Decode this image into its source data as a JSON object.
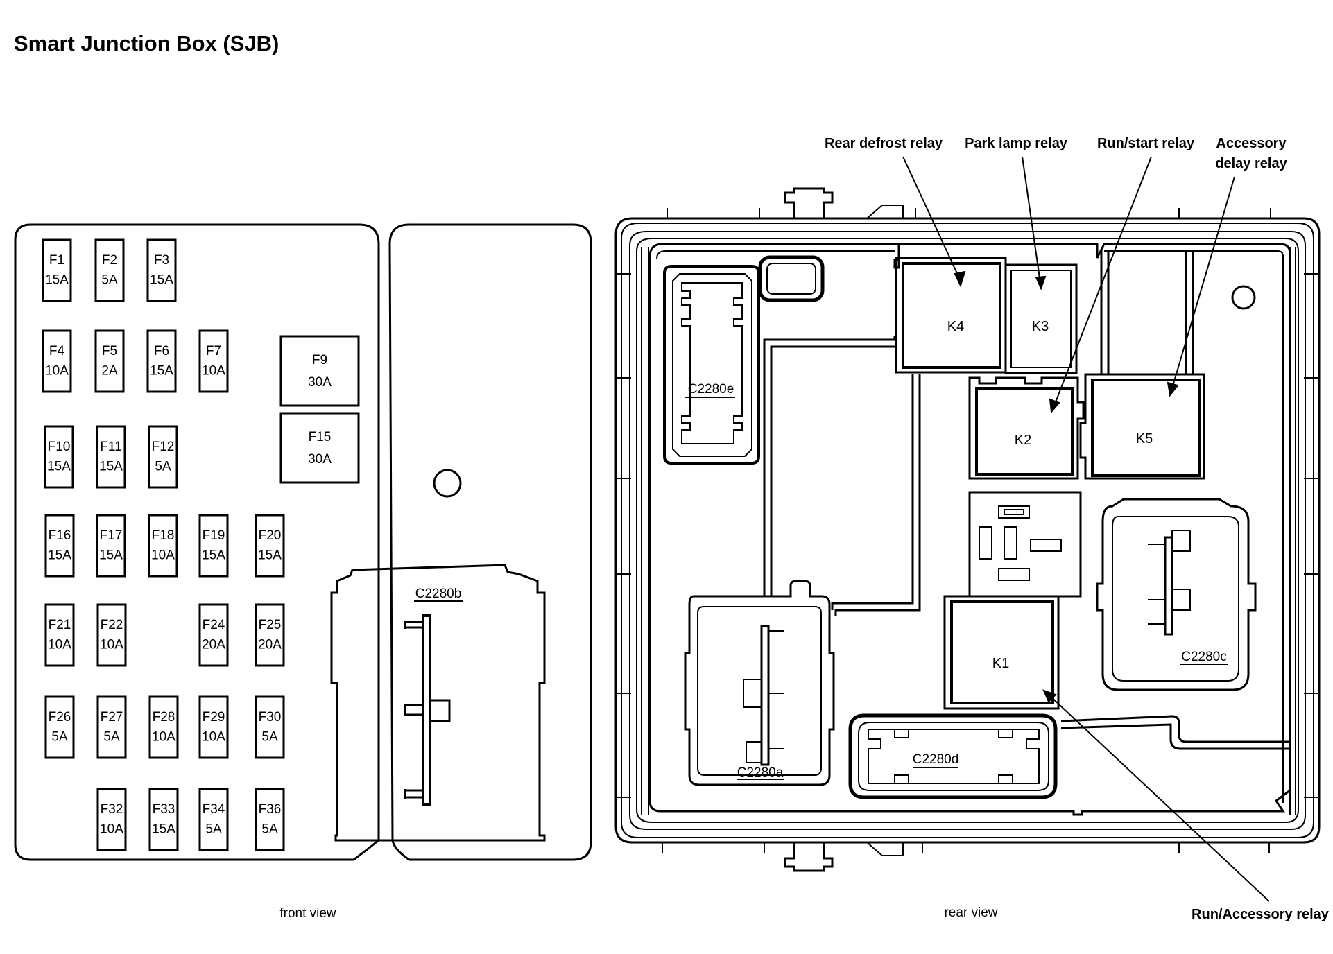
{
  "title": "Smart Junction Box (SJB)",
  "views": {
    "front": "front view",
    "rear": "rear view"
  },
  "callouts": {
    "rear_defrost": "Rear defrost relay",
    "park_lamp": "Park lamp relay",
    "run_start": "Run/start relay",
    "accessory_delay_1": "Accessory",
    "accessory_delay_2": "delay relay",
    "run_accessory": "Run/Accessory relay"
  },
  "fuses": [
    {
      "id": "F1",
      "rating": "15A"
    },
    {
      "id": "F2",
      "rating": "5A"
    },
    {
      "id": "F3",
      "rating": "15A"
    },
    {
      "id": "F4",
      "rating": "10A"
    },
    {
      "id": "F5",
      "rating": "2A"
    },
    {
      "id": "F6",
      "rating": "15A"
    },
    {
      "id": "F7",
      "rating": "10A"
    },
    {
      "id": "F9",
      "rating": "30A"
    },
    {
      "id": "F15",
      "rating": "30A"
    },
    {
      "id": "F10",
      "rating": "15A"
    },
    {
      "id": "F11",
      "rating": "15A"
    },
    {
      "id": "F12",
      "rating": "5A"
    },
    {
      "id": "F16",
      "rating": "15A"
    },
    {
      "id": "F17",
      "rating": "15A"
    },
    {
      "id": "F18",
      "rating": "10A"
    },
    {
      "id": "F19",
      "rating": "15A"
    },
    {
      "id": "F20",
      "rating": "15A"
    },
    {
      "id": "F21",
      "rating": "10A"
    },
    {
      "id": "F22",
      "rating": "10A"
    },
    {
      "id": "F24",
      "rating": "20A"
    },
    {
      "id": "F25",
      "rating": "20A"
    },
    {
      "id": "F26",
      "rating": "5A"
    },
    {
      "id": "F27",
      "rating": "5A"
    },
    {
      "id": "F28",
      "rating": "10A"
    },
    {
      "id": "F29",
      "rating": "10A"
    },
    {
      "id": "F30",
      "rating": "5A"
    },
    {
      "id": "F32",
      "rating": "10A"
    },
    {
      "id": "F33",
      "rating": "15A"
    },
    {
      "id": "F34",
      "rating": "5A"
    },
    {
      "id": "F36",
      "rating": "5A"
    }
  ],
  "relays": {
    "K1": "K1",
    "K2": "K2",
    "K3": "K3",
    "K4": "K4",
    "K5": "K5"
  },
  "connectors": {
    "a": "C2280a",
    "b": "C2280b",
    "c": "C2280c",
    "d": "C2280d",
    "e": "C2280e"
  }
}
